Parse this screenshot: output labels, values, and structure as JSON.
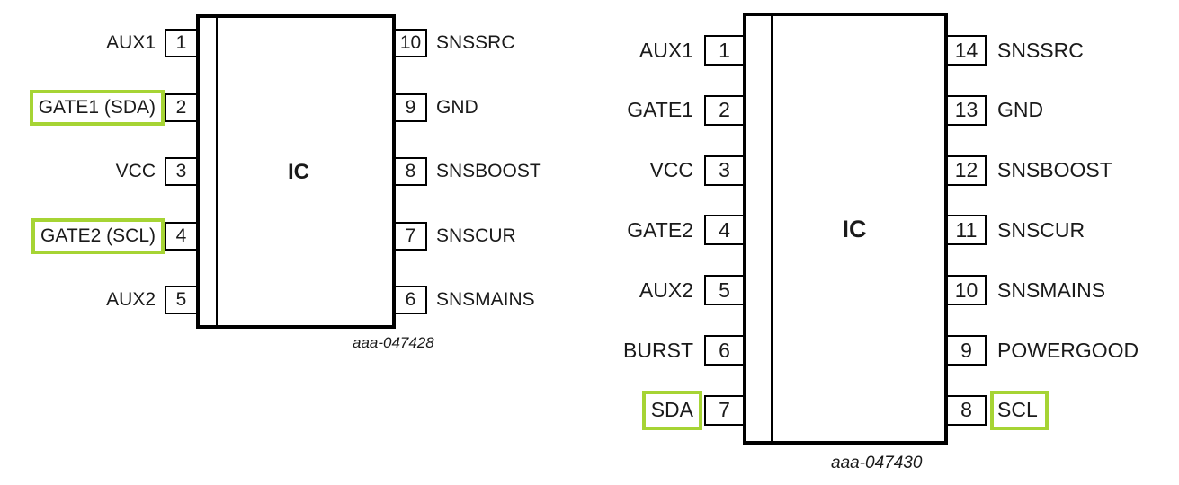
{
  "highlight_color": "#a6d434",
  "diagrams": [
    {
      "id": "ic1",
      "body_label": "IC",
      "caption": "aaa-047428",
      "left_pins": [
        {
          "number": "1",
          "name": "AUX1",
          "highlighted": false
        },
        {
          "number": "2",
          "name": "GATE1 (SDA)",
          "highlighted": true
        },
        {
          "number": "3",
          "name": "VCC",
          "highlighted": false
        },
        {
          "number": "4",
          "name": "GATE2 (SCL)",
          "highlighted": true
        },
        {
          "number": "5",
          "name": "AUX2",
          "highlighted": false
        }
      ],
      "right_pins": [
        {
          "number": "10",
          "name": "SNSSRC",
          "highlighted": false
        },
        {
          "number": "9",
          "name": "GND",
          "highlighted": false
        },
        {
          "number": "8",
          "name": "SNSBOOST",
          "highlighted": false
        },
        {
          "number": "7",
          "name": "SNSCUR",
          "highlighted": false
        },
        {
          "number": "6",
          "name": "SNSMAINS",
          "highlighted": false
        }
      ]
    },
    {
      "id": "ic2",
      "body_label": "IC",
      "caption": "aaa-047430",
      "left_pins": [
        {
          "number": "1",
          "name": "AUX1",
          "highlighted": false
        },
        {
          "number": "2",
          "name": "GATE1",
          "highlighted": false
        },
        {
          "number": "3",
          "name": "VCC",
          "highlighted": false
        },
        {
          "number": "4",
          "name": "GATE2",
          "highlighted": false
        },
        {
          "number": "5",
          "name": "AUX2",
          "highlighted": false
        },
        {
          "number": "6",
          "name": "BURST",
          "highlighted": false
        },
        {
          "number": "7",
          "name": "SDA",
          "highlighted": true
        }
      ],
      "right_pins": [
        {
          "number": "14",
          "name": "SNSSRC",
          "highlighted": false
        },
        {
          "number": "13",
          "name": "GND",
          "highlighted": false
        },
        {
          "number": "12",
          "name": "SNSBOOST",
          "highlighted": false
        },
        {
          "number": "11",
          "name": "SNSCUR",
          "highlighted": false
        },
        {
          "number": "10",
          "name": "SNSMAINS",
          "highlighted": false
        },
        {
          "number": "9",
          "name": "POWERGOOD",
          "highlighted": false
        },
        {
          "number": "8",
          "name": "SCL",
          "highlighted": true
        }
      ]
    }
  ]
}
